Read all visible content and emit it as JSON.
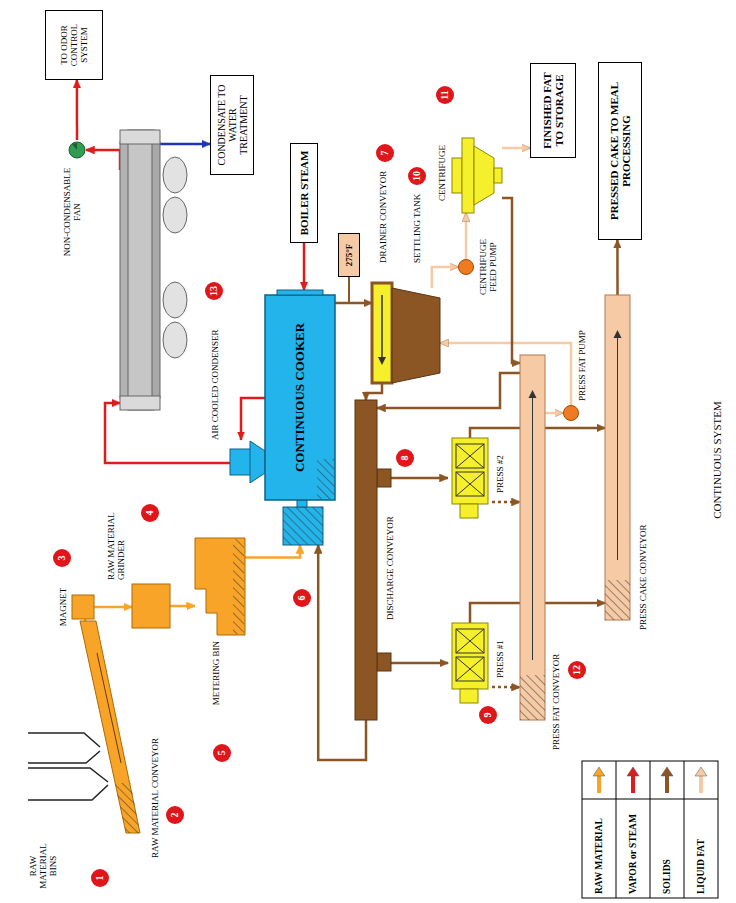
{
  "diagram": {
    "caption": "CONTINUOUS SYSTEM",
    "nodes": [
      {
        "text": [
          "RAW MATERIAL CONVEYOR"
        ]
      },
      {
        "text": [
          "MAGNET"
        ]
      },
      {
        "text": [
          "RAW MATERIAL GRINDER"
        ]
      },
      {
        "text": [
          "METERING BIN"
        ]
      },
      {
        "text": [
          "CONTINUOUS COOKER"
        ]
      },
      {
        "text": [
          "AIR COOLED CONDENSER"
        ]
      },
      {
        "text": [
          "NON-CONDENSABLE FAN"
        ]
      },
      {
        "text": [
          "TO ODOR CONTROL SYSTEM"
        ]
      },
      {
        "text": [
          "CONDENSATE TO WATER TREATMENT"
        ]
      },
      {
        "text": [
          "BOILER STEAM"
        ]
      },
      {
        "text": [
          "275°F"
        ]
      },
      {
        "text": [
          "DRAINER CONVEYOR"
        ]
      },
      {
        "text": [
          "SETTLING TANK"
        ]
      },
      {
        "text": [
          "CENTRIFUGE FEED PUMP"
        ]
      },
      {
        "text": [
          "CENTRIFUGE"
        ]
      },
      {
        "text": [
          "FINISHED FAT TO STORAGE"
        ]
      },
      {
        "text": [
          "DISCHARGE CONVEYOR"
        ]
      },
      {
        "text": [
          "PRESS #2"
        ]
      },
      {
        "text": [
          "PRESS #1"
        ]
      },
      {
        "text": [
          "PRESS FAT CONVEYOR"
        ]
      },
      {
        "text": [
          "PRESS FAT PUMP"
        ]
      },
      {
        "text": [
          "PRESS CAKE CONVEYOR"
        ]
      },
      {
        "text": [
          "PRESSED CAKE TO MEAL PROCESSING"
        ]
      }
    ],
    "edges": [
      {
        "from": 0,
        "to": 1,
        "arrow": "none"
      },
      {
        "from": 1,
        "to": 2,
        "arrow": "to"
      },
      {
        "from": 2,
        "to": 3,
        "arrow": "to"
      },
      {
        "from": 3,
        "to": 4,
        "arrow": "to"
      },
      {
        "from": 4,
        "to": 5,
        "arrow": "to"
      },
      {
        "from": 5,
        "to": 6,
        "arrow": "to"
      },
      {
        "from": 6,
        "to": 7,
        "arrow": "to"
      },
      {
        "from": 5,
        "to": 8,
        "arrow": "to"
      },
      {
        "from": 9,
        "to": 4,
        "arrow": "to"
      },
      {
        "from": 4,
        "to": 11,
        "arrow": "to"
      },
      {
        "from": 11,
        "to": 16,
        "arrow": "to"
      },
      {
        "from": 16,
        "to": 4,
        "arrow": "to"
      },
      {
        "from": 16,
        "to": 17,
        "arrow": "to"
      },
      {
        "from": 16,
        "to": 18,
        "arrow": "to"
      },
      {
        "from": 17,
        "to": 19,
        "arrow": "to"
      },
      {
        "from": 18,
        "to": 19,
        "arrow": "to"
      },
      {
        "from": 17,
        "to": 21,
        "arrow": "to"
      },
      {
        "from": 18,
        "to": 21,
        "arrow": "to"
      },
      {
        "from": 19,
        "to": 20,
        "arrow": "to"
      },
      {
        "from": 20,
        "to": 12,
        "arrow": "to"
      },
      {
        "from": 12,
        "to": 13,
        "arrow": "to"
      },
      {
        "from": 13,
        "to": 14,
        "arrow": "to"
      },
      {
        "from": 14,
        "to": 15,
        "arrow": "to"
      },
      {
        "from": 14,
        "to": 19,
        "arrow": "to"
      },
      {
        "from": 19,
        "to": 16,
        "arrow": "to"
      },
      {
        "from": 21,
        "to": 22,
        "arrow": "to"
      }
    ],
    "labels": [
      "RAW MATERIAL BINS",
      "1",
      "2",
      "3",
      "4",
      "5",
      "6",
      "7",
      "8",
      "9",
      "10",
      "11",
      "12",
      "13"
    ],
    "legend": [
      {
        "text": "RAW MATERIAL",
        "color": "#f7a428"
      },
      {
        "text": "VAPOR or STEAM",
        "color": "#e01b1b"
      },
      {
        "text": "SOLIDS",
        "color": "#8b5524"
      },
      {
        "text": "LIQUID FAT",
        "color": "#f6caa4"
      }
    ]
  }
}
